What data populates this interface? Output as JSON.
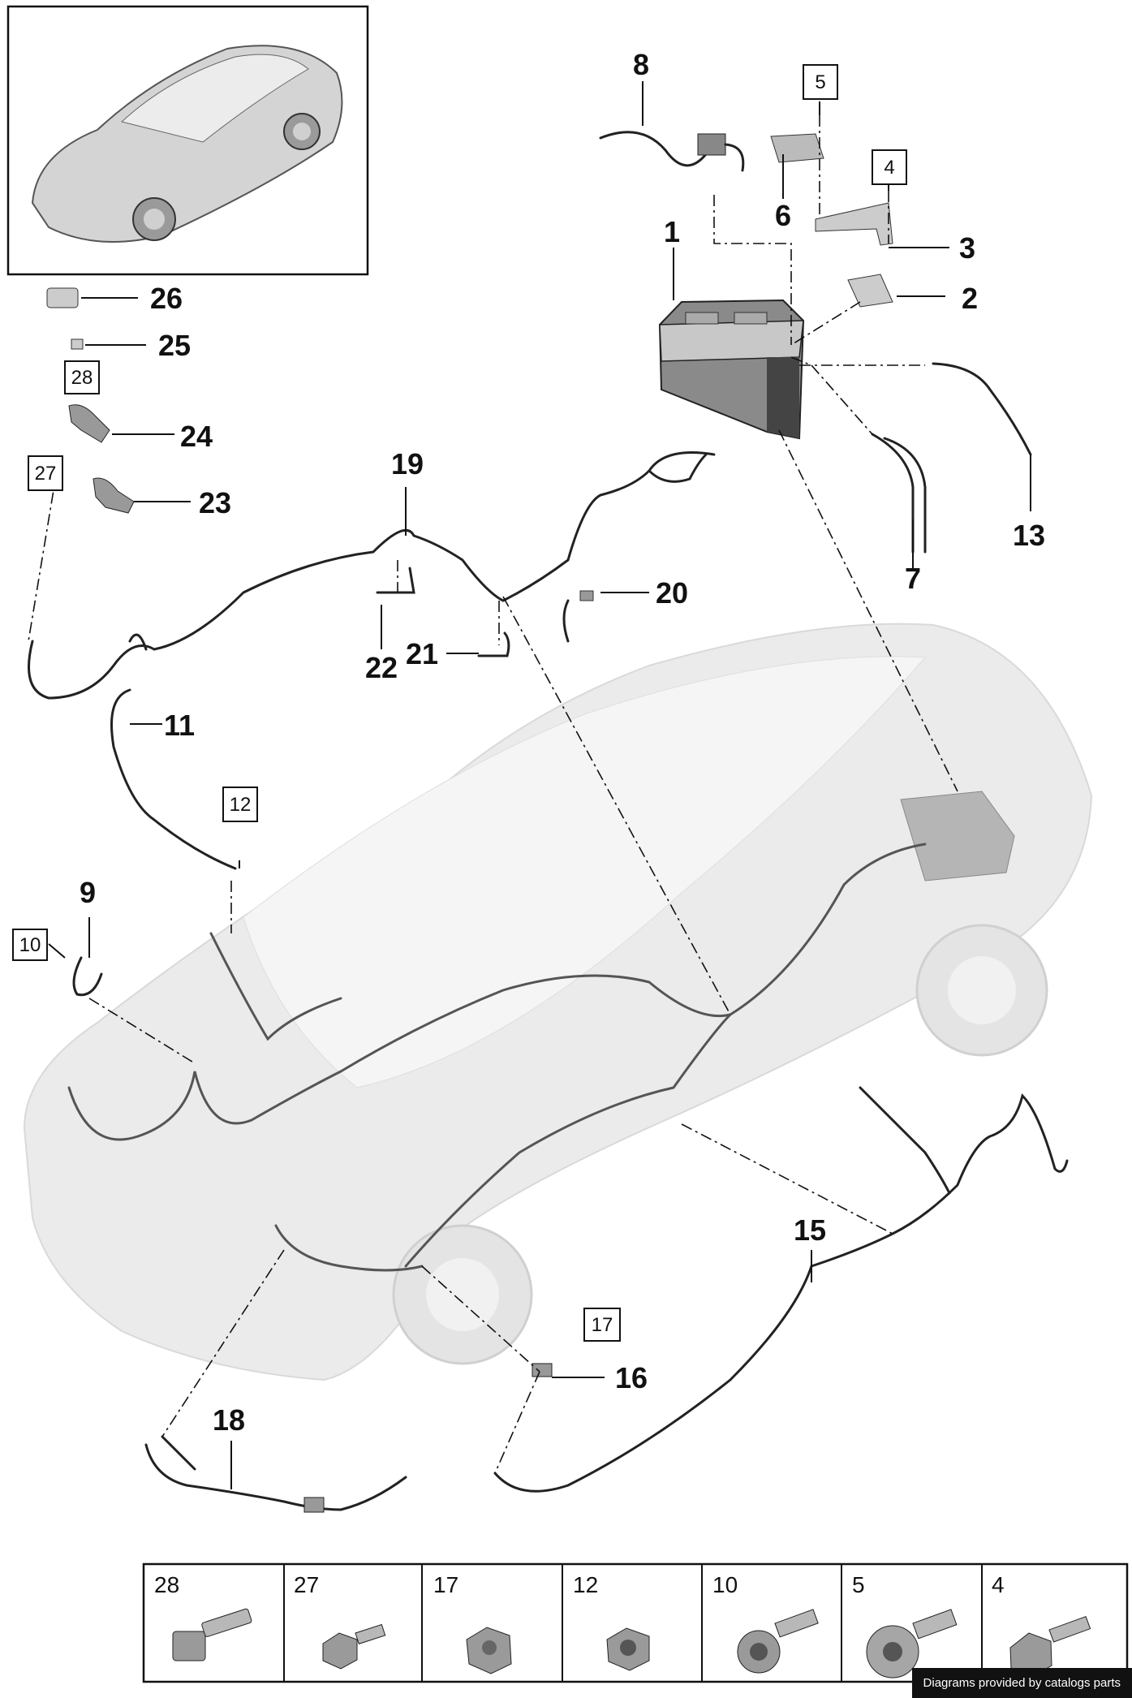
{
  "callouts": {
    "n1": "1",
    "n2": "2",
    "n3": "3",
    "n6": "6",
    "n7": "7",
    "n8": "8",
    "n9": "9",
    "n11": "11",
    "n13": "13",
    "n15": "15",
    "n16": "16",
    "n18": "18",
    "n19": "19",
    "n20": "20",
    "n21": "21",
    "n22": "22",
    "n23": "23",
    "n24": "24",
    "n25": "25",
    "n26": "26"
  },
  "boxed_callouts": {
    "b4": "4",
    "b5": "5",
    "b10": "10",
    "b12": "12",
    "b17": "17",
    "b27": "27",
    "b28": "28"
  },
  "legend": {
    "cells": [
      "28",
      "27",
      "17",
      "12",
      "10",
      "5",
      "4"
    ]
  },
  "credit": "Diagrams provided by catalogs parts"
}
